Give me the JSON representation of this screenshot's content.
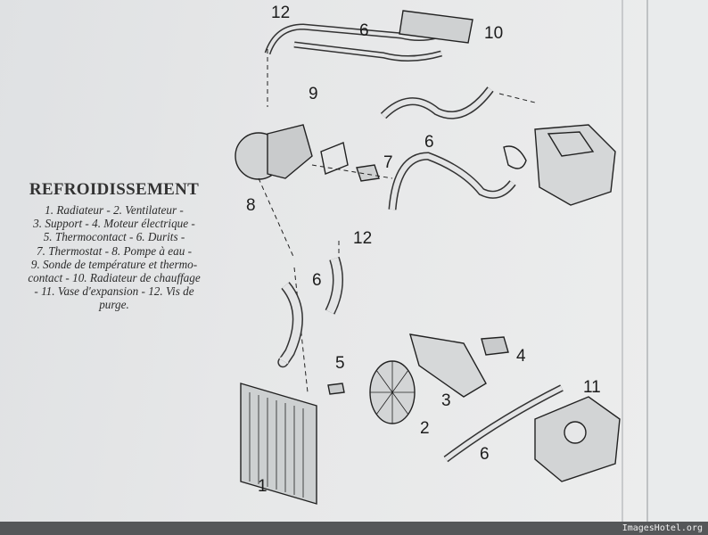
{
  "caption": {
    "title": "REFROIDISSEMENT",
    "lines": [
      "1. Radiateur - 2. Ventilateur -",
      "3. Support - 4. Moteur électrique -",
      "5. Thermocontact - 6. Durits -",
      "7. Thermostat - 8. Pompe à eau -",
      "9. Sonde de température et thermo-",
      "contact - 10. Radiateur de chauffage",
      "- 11. Vase d'expansion - 12. Vis de",
      "purge."
    ]
  },
  "labels": {
    "l12a": "12",
    "l6a": "6",
    "l10": "10",
    "l9": "9",
    "l6b": "6",
    "l7": "7",
    "l8": "8",
    "l12b": "12",
    "l6c": "6",
    "l5": "5",
    "l4": "4",
    "l3": "3",
    "l2": "2",
    "l11": "11",
    "l6d": "6",
    "l1": "1"
  },
  "watermark": "ImagesHotel.org"
}
